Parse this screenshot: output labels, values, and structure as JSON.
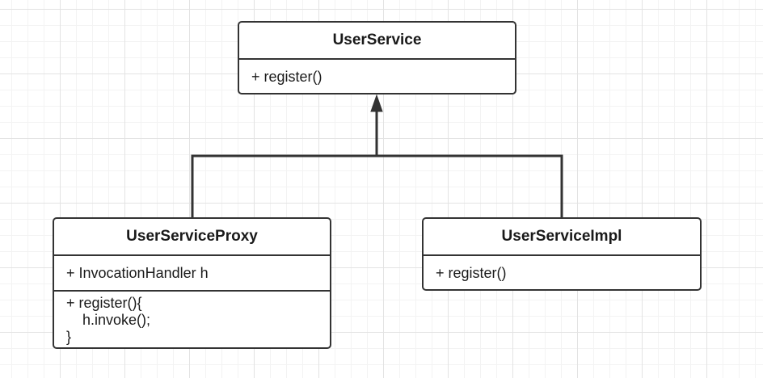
{
  "diagram": {
    "classes": {
      "interface": {
        "name": "UserService",
        "methods": [
          "+ register()"
        ]
      },
      "proxy": {
        "name": "UserServiceProxy",
        "attributes": [
          "+ InvocationHandler h"
        ],
        "methods": [
          "+ register(){",
          "    h.invoke();",
          "}"
        ]
      },
      "impl": {
        "name": "UserServiceImpl",
        "methods": [
          "+ register()"
        ]
      }
    },
    "relations": [
      {
        "from": "UserServiceProxy",
        "to": "UserService",
        "type": "realization"
      },
      {
        "from": "UserServiceImpl",
        "to": "UserService",
        "type": "realization"
      }
    ],
    "colors": {
      "stroke": "#333333",
      "grid_major": "#e3e3e3",
      "grid_minor": "#f3f3f3",
      "box_fill": "#ffffff"
    }
  }
}
